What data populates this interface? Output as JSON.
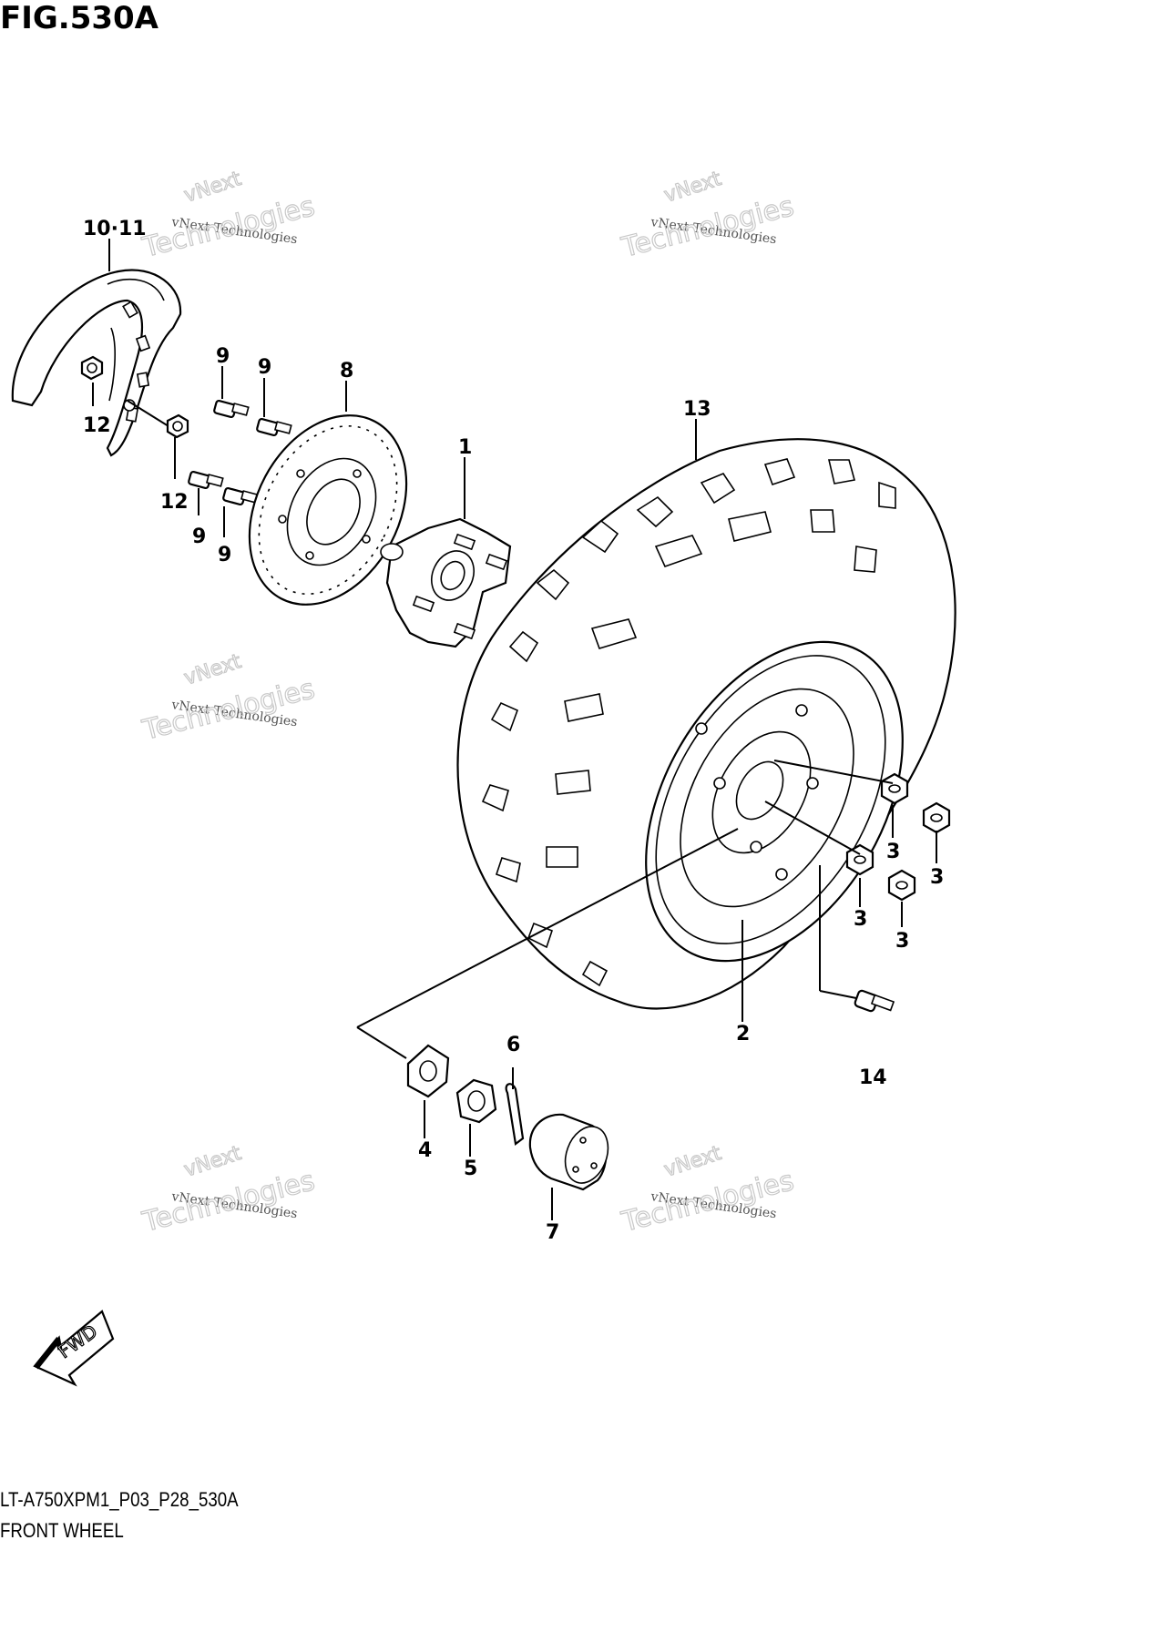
{
  "figure_title": "FIG.530A",
  "drawing_code": "LT-A750XPM1_P03_P28_530A",
  "drawing_name": "FRONT WHEEL",
  "fwd_badge": "FWD",
  "watermark": {
    "line1": "vNext Technologies",
    "line2": "Technologies",
    "line3": "vNext"
  },
  "callouts": {
    "c10_11": "10·11",
    "c12a": "12",
    "c12b": "12",
    "c9a": "9",
    "c9b": "9",
    "c9c": "9",
    "c9d": "9",
    "c8": "8",
    "c1": "1",
    "c13": "13",
    "c3a": "3",
    "c3b": "3",
    "c3c": "3",
    "c3d": "3",
    "c2": "2",
    "c14": "14",
    "c6": "6",
    "c4": "4",
    "c5": "5",
    "c7": "7"
  }
}
